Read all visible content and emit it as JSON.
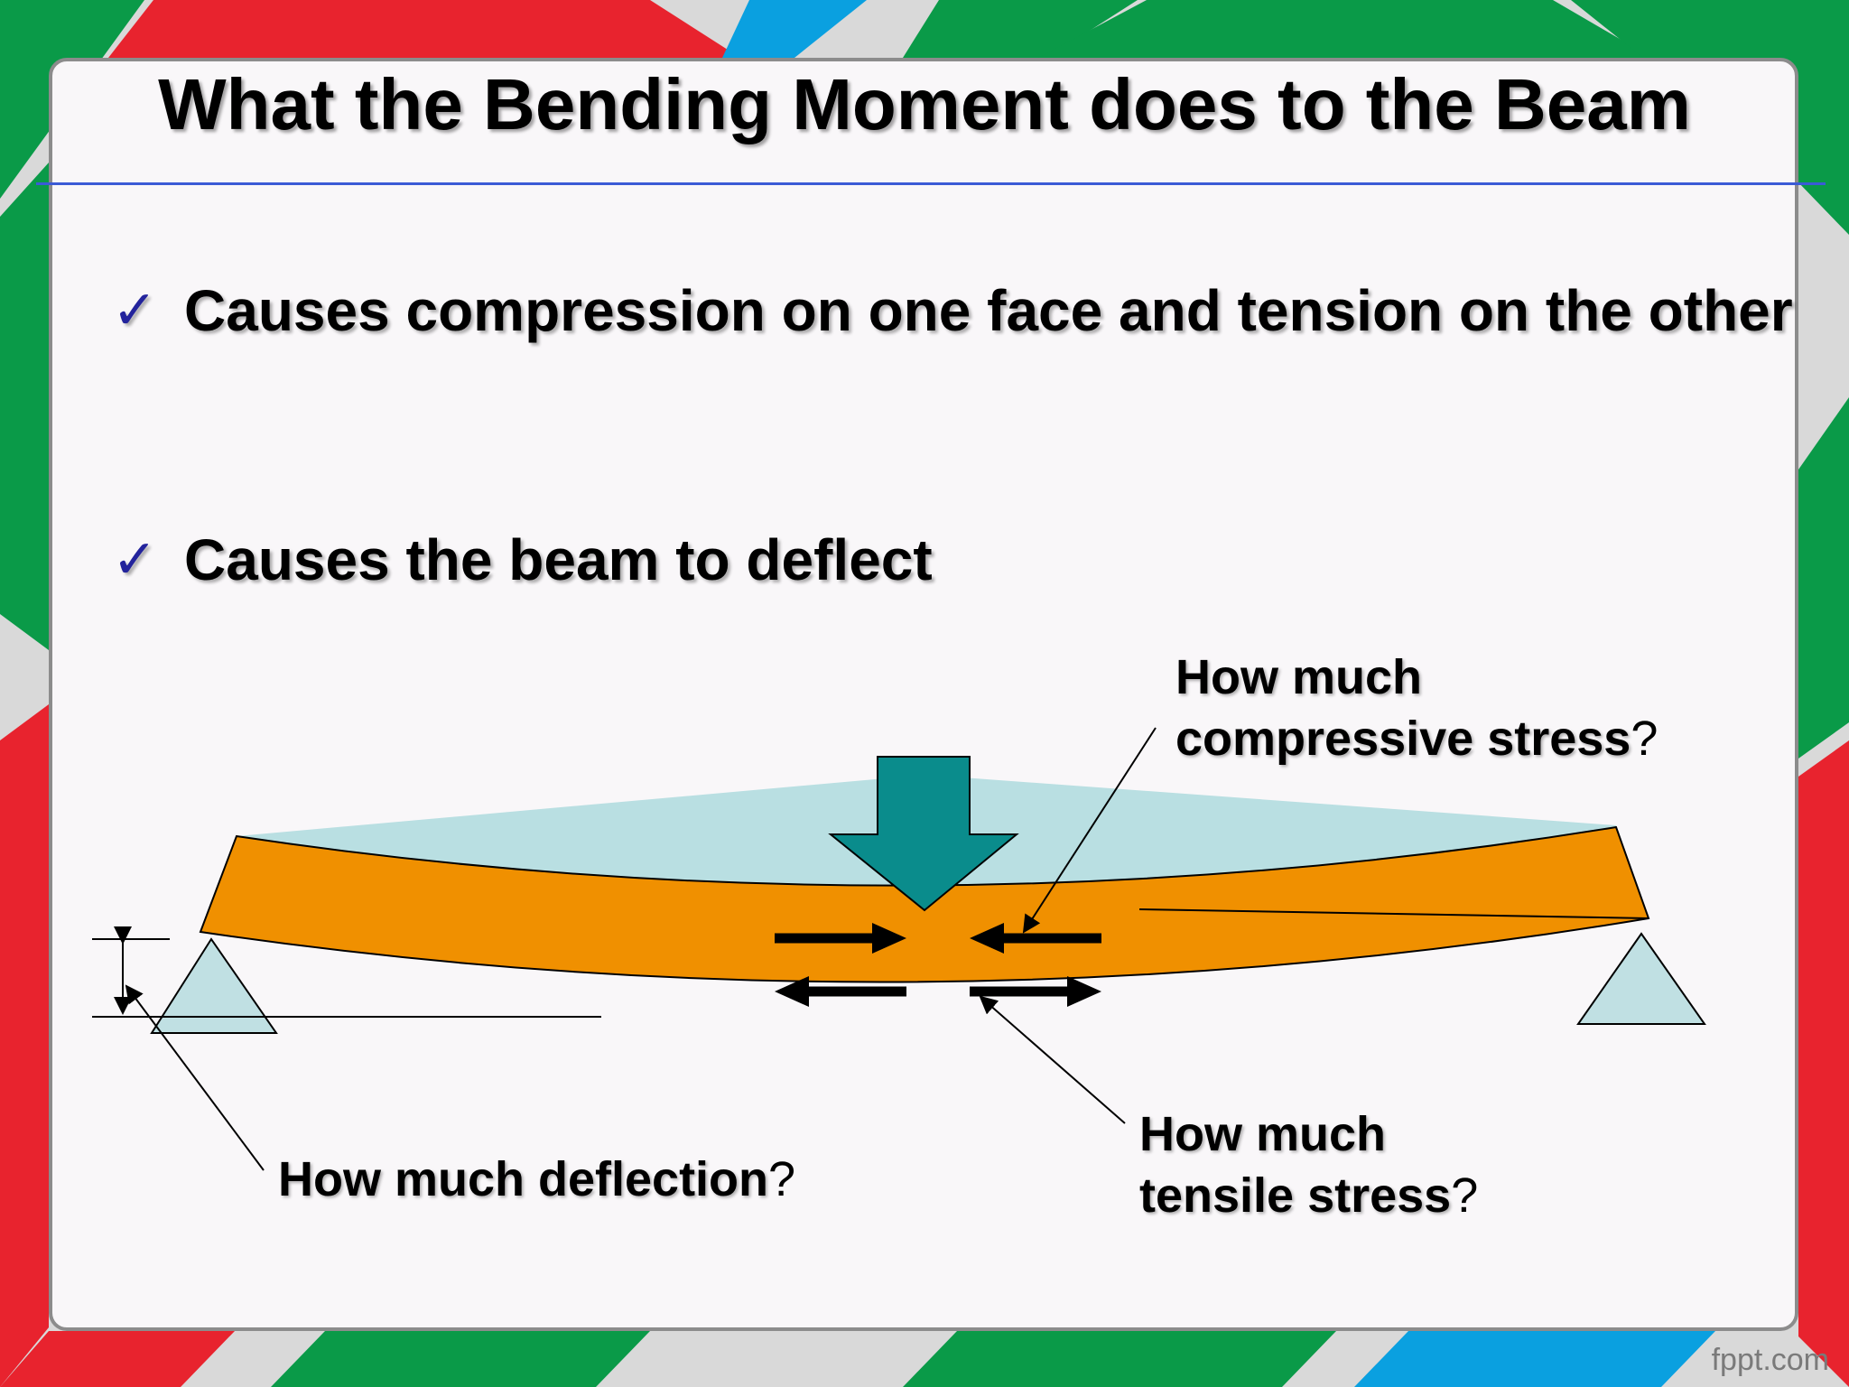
{
  "title": "What the Bending Moment does to the Beam",
  "bullets": [
    {
      "check": "✓",
      "text": "Causes compression on one face and tension on the other"
    },
    {
      "check": "✓",
      "text": "Causes the beam to deflect"
    }
  ],
  "labels": {
    "compressive_line1": "How much",
    "compressive_line2": "compressive stress",
    "tensile_line1": "How much",
    "tensile_line2": "tensile stress",
    "deflection": "How much deflection",
    "question_mark": "?"
  },
  "colors": {
    "beam": "#f09000",
    "load_arrow": "#0a8c8c",
    "support": "#c0e0e3",
    "title_rule": "#3b5bd6",
    "check": "#23239c"
  },
  "watermark": "fppt.com"
}
